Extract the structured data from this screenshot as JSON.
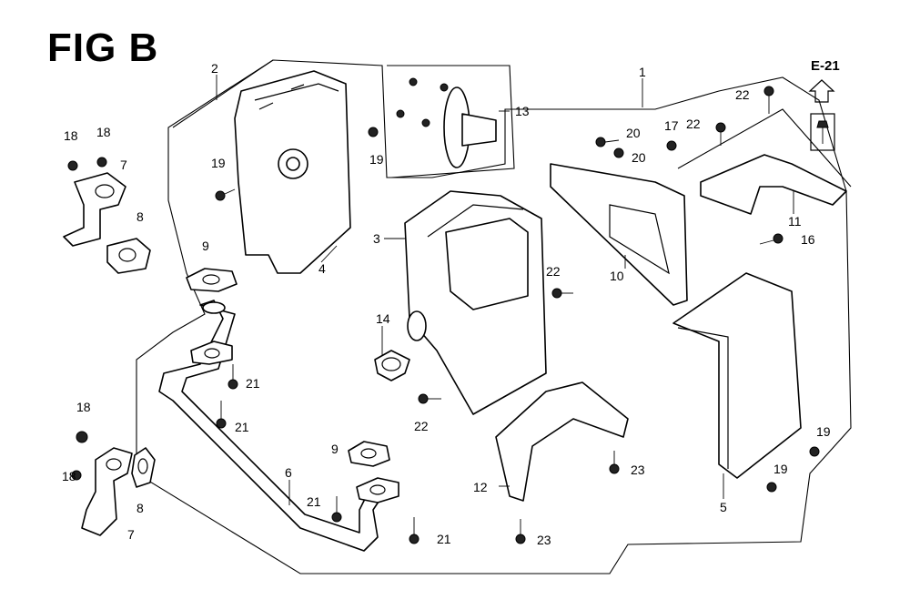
{
  "figure": {
    "title": "FIG B",
    "reference": "E-21"
  },
  "callouts": [
    {
      "id": "c1",
      "text": "1"
    },
    {
      "id": "c2",
      "text": "2"
    },
    {
      "id": "c3",
      "text": "3"
    },
    {
      "id": "c4",
      "text": "4"
    },
    {
      "id": "c5",
      "text": "5"
    },
    {
      "id": "c6",
      "text": "6"
    },
    {
      "id": "c7a",
      "text": "7"
    },
    {
      "id": "c7b",
      "text": "7"
    },
    {
      "id": "c8a",
      "text": "8"
    },
    {
      "id": "c8b",
      "text": "8"
    },
    {
      "id": "c9a",
      "text": "9"
    },
    {
      "id": "c9b",
      "text": "9"
    },
    {
      "id": "c10",
      "text": "10"
    },
    {
      "id": "c11",
      "text": "11"
    },
    {
      "id": "c12",
      "text": "12"
    },
    {
      "id": "c13",
      "text": "13"
    },
    {
      "id": "c14",
      "text": "14"
    },
    {
      "id": "c16",
      "text": "16"
    },
    {
      "id": "c17",
      "text": "17"
    },
    {
      "id": "c18a",
      "text": "18"
    },
    {
      "id": "c18b",
      "text": "18"
    },
    {
      "id": "c18c",
      "text": "18"
    },
    {
      "id": "c18d",
      "text": "18"
    },
    {
      "id": "c19a",
      "text": "19"
    },
    {
      "id": "c19b",
      "text": "19"
    },
    {
      "id": "c19c",
      "text": "19"
    },
    {
      "id": "c19d",
      "text": "19"
    },
    {
      "id": "c20a",
      "text": "20"
    },
    {
      "id": "c20b",
      "text": "20"
    },
    {
      "id": "c21a",
      "text": "21"
    },
    {
      "id": "c21b",
      "text": "21"
    },
    {
      "id": "c21c",
      "text": "21"
    },
    {
      "id": "c21d",
      "text": "21"
    },
    {
      "id": "c22a",
      "text": "22"
    },
    {
      "id": "c22b",
      "text": "22"
    },
    {
      "id": "c22c",
      "text": "22"
    },
    {
      "id": "c22d",
      "text": "22"
    },
    {
      "id": "c23a",
      "text": "23"
    },
    {
      "id": "c23b",
      "text": "23"
    }
  ]
}
